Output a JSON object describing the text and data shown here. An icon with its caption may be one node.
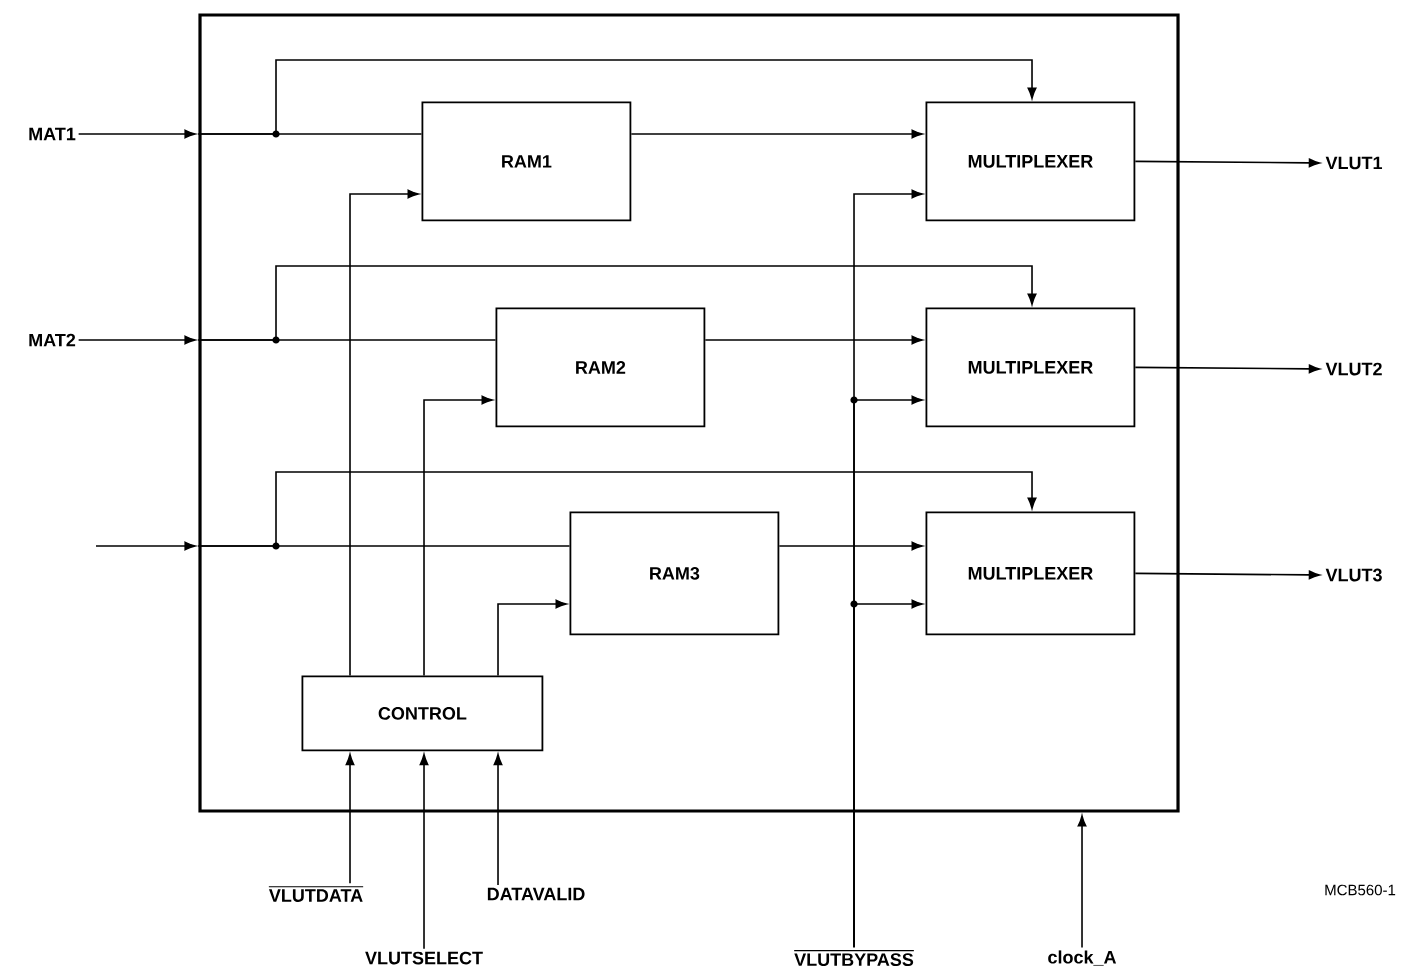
{
  "diagram": {
    "nodes": [
      {
        "text": [],
        "shape": "box"
      },
      {
        "text": [
          "MAT1"
        ]
      },
      {
        "text": [
          "MAT2"
        ]
      },
      {
        "text": [
          "RAM1"
        ],
        "in": 0
      },
      {
        "text": [
          "RAM2"
        ],
        "in": 0
      },
      {
        "text": [
          "RAM3"
        ],
        "in": 0
      },
      {
        "text": [
          "MULTIPLEXER"
        ],
        "in": 0
      },
      {
        "text": [
          "MULTIPLEXER"
        ],
        "in": 0
      },
      {
        "text": [
          "MULTIPLEXER"
        ],
        "in": 0
      },
      {
        "text": [
          "CONTROL"
        ],
        "in": 0
      },
      {
        "text": [
          "VLUT1"
        ]
      },
      {
        "text": [
          "VLUT2"
        ]
      },
      {
        "text": [
          "VLUT3"
        ]
      },
      {
        "text": [
          "VLUTDATA"
        ]
      },
      {
        "text": [
          "VLUTSELECT"
        ]
      },
      {
        "text": [
          "DATAVALID"
        ]
      },
      {
        "text": [
          "VLUTBYPASS"
        ]
      },
      {
        "text": [
          "clock_A"
        ]
      }
    ],
    "edges": [
      {
        "from": 1,
        "to": 0,
        "arrow": "to"
      },
      {
        "from": 0,
        "to": 3,
        "arrow": "none"
      },
      {
        "from": 0,
        "to": 6,
        "arrow": "to"
      },
      {
        "from": 2,
        "to": 0,
        "arrow": "to"
      },
      {
        "from": 0,
        "to": 4,
        "arrow": "none"
      },
      {
        "from": 0,
        "to": 7,
        "arrow": "to"
      },
      {
        "from": null,
        "to": 0,
        "arrow": "to"
      },
      {
        "from": 0,
        "to": 5,
        "arrow": "none"
      },
      {
        "from": 0,
        "to": 8,
        "arrow": "to"
      },
      {
        "from": 3,
        "to": 6,
        "arrow": "to"
      },
      {
        "from": 4,
        "to": 7,
        "arrow": "to"
      },
      {
        "from": 5,
        "to": 8,
        "arrow": "to"
      },
      {
        "from": 9,
        "to": 3,
        "arrow": "to"
      },
      {
        "from": 9,
        "to": 4,
        "arrow": "to"
      },
      {
        "from": 9,
        "to": 5,
        "arrow": "to"
      },
      {
        "from": 6,
        "to": 10,
        "arrow": "to"
      },
      {
        "from": 7,
        "to": 11,
        "arrow": "to"
      },
      {
        "from": 8,
        "to": 12,
        "arrow": "to"
      },
      {
        "from": 13,
        "to": 9,
        "arrow": "to"
      },
      {
        "from": 14,
        "to": 9,
        "arrow": "to"
      },
      {
        "from": 15,
        "to": 9,
        "arrow": "to"
      },
      {
        "from": 16,
        "to": 6,
        "arrow": "to"
      },
      {
        "from": 16,
        "to": 7,
        "arrow": "to"
      },
      {
        "from": 16,
        "to": 8,
        "arrow": "to"
      },
      {
        "from": 17,
        "to": 0,
        "arrow": "to"
      }
    ],
    "labels": [
      "MCB560-1"
    ]
  }
}
